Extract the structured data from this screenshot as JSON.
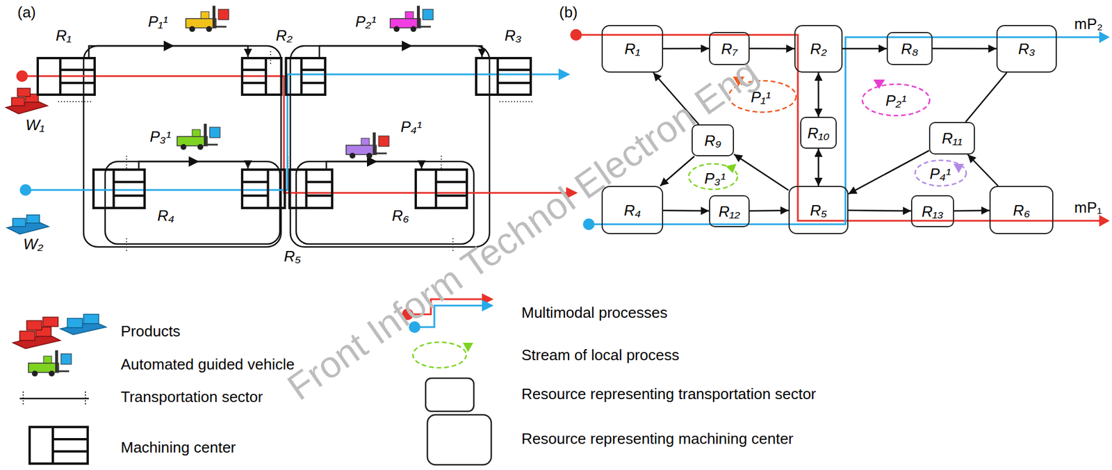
{
  "diagram": {
    "nodes": [
      {
        "text": [
          "R₁"
        ]
      },
      {
        "text": [
          "R₂"
        ]
      },
      {
        "text": [
          "R₃"
        ]
      },
      {
        "text": [
          "R₄"
        ]
      },
      {
        "text": [
          "R₅"
        ]
      },
      {
        "text": [
          "R₆"
        ]
      },
      {
        "text": [
          "R₁"
        ]
      },
      {
        "text": [
          "R₇"
        ]
      },
      {
        "text": [
          "R₂"
        ]
      },
      {
        "text": [
          "R₈"
        ]
      },
      {
        "text": [
          "R₃"
        ]
      },
      {
        "text": [
          "R₉"
        ]
      },
      {
        "text": [
          "R₁₀"
        ]
      },
      {
        "text": [
          "R₁₁"
        ]
      },
      {
        "text": [
          "R₄"
        ]
      },
      {
        "text": [
          "R₁₂"
        ]
      },
      {
        "text": [
          "R₅"
        ]
      },
      {
        "text": [
          "R₁₃"
        ]
      },
      {
        "text": [
          "R₆"
        ]
      }
    ],
    "edges": [
      {
        "from": 0,
        "to": 1,
        "arrow": "to"
      },
      {
        "from": 1,
        "to": 2,
        "arrow": "to"
      },
      {
        "from": 3,
        "to": 4,
        "arrow": "to"
      },
      {
        "from": 4,
        "to": 5,
        "arrow": "to"
      },
      {
        "from": 6,
        "to": 7,
        "arrow": "to"
      },
      {
        "from": 7,
        "to": 8,
        "arrow": "to"
      },
      {
        "from": 8,
        "to": 9,
        "arrow": "to"
      },
      {
        "from": 9,
        "to": 10,
        "arrow": "to"
      },
      {
        "from": 11,
        "to": 6,
        "arrow": "to"
      },
      {
        "from": 11,
        "to": 14,
        "arrow": "to"
      },
      {
        "from": 16,
        "to": 11,
        "arrow": "to"
      },
      {
        "from": 8,
        "to": 12,
        "arrow": "both"
      },
      {
        "from": 12,
        "to": 16,
        "arrow": "both"
      },
      {
        "from": 10,
        "to": 13,
        "arrow": "none"
      },
      {
        "from": 13,
        "to": 16,
        "arrow": "to"
      },
      {
        "from": 18,
        "to": 13,
        "arrow": "to"
      },
      {
        "from": 14,
        "to": 15,
        "arrow": "to"
      },
      {
        "from": 15,
        "to": 16,
        "arrow": "to"
      },
      {
        "from": 16,
        "to": 17,
        "arrow": "to"
      },
      {
        "from": 17,
        "to": 18,
        "arrow": "to"
      }
    ],
    "labels": [
      "(a)",
      "(b)",
      "W₁",
      "W₂",
      "P₁¹",
      "P₂¹",
      "P₃¹",
      "P₄¹",
      "P₁¹",
      "P₂¹",
      "P₃¹",
      "P₄¹",
      "mP₂",
      "mP₁",
      "Front Inform Technol Electron Eng"
    ],
    "legend": [
      {
        "text": "Products"
      },
      {
        "text": "Automated guided vehicle"
      },
      {
        "text": "Transportation sector"
      },
      {
        "text": "Machining center"
      },
      {
        "text": "Multimodal processes"
      },
      {
        "text": "Stream of local process"
      },
      {
        "text": "Resource representing transportation sector"
      },
      {
        "text": "Resource representing machining center"
      }
    ]
  }
}
